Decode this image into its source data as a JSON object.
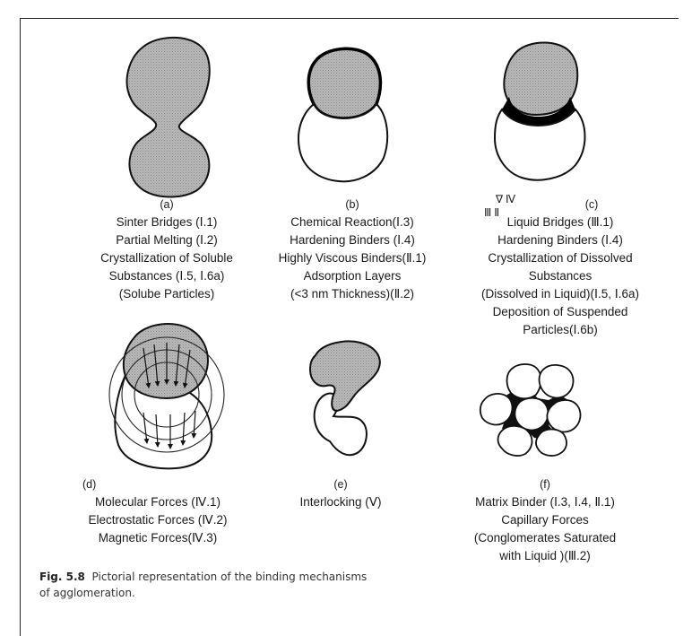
{
  "figure": {
    "panels": [
      {
        "tag": "(a)",
        "lines": [
          "Sinter Bridges (Ⅰ.1)",
          "Partial Melting (Ⅰ.2)",
          "Crystallization of Soluble",
          "Substances (Ⅰ.5, Ⅰ.6a)",
          "(Solube Particles)"
        ]
      },
      {
        "tag": "(b)",
        "lines": [
          "Chemical Reaction(Ⅰ.3)",
          "Hardening Binders (Ⅰ.4)",
          "Highly Viscous Binders(Ⅱ.1)",
          "Adsorption Layers",
          "(<3 nm Thickness)(Ⅱ.2)"
        ]
      },
      {
        "tag": "(c)",
        "lines": [
          "Liquid Bridges (Ⅲ.1)",
          "Hardening Binders (Ⅰ.4)",
          "Crystallization of Dissolved",
          "Substances",
          "(Dissolved in Liquid)(Ⅰ.5, Ⅰ.6a)",
          "Deposition of Suspended",
          "Particles(Ⅰ.6b)"
        ]
      },
      {
        "tag": "(d)",
        "lines": [
          "Molecular Forces (Ⅳ.1)",
          "Electrostatic Forces (Ⅳ.2)",
          "Magnetic Forces(Ⅳ.3)"
        ]
      },
      {
        "tag": "(e)",
        "lines": [
          "Interlocking (Ⅴ)"
        ]
      },
      {
        "tag": "(f)",
        "lines": [
          "Matrix Binder (Ⅰ.3, Ⅰ.4, Ⅱ.1)",
          "Capillary Forces",
          "(Conglomerates Saturated",
          "with Liquid )(Ⅲ.2)"
        ]
      }
    ],
    "c_marks": {
      "top": "∇ Ⅳ",
      "bottom": "Ⅲ  Ⅱ"
    },
    "caption_label": "Fig. 5.8",
    "caption_line1": "Pictorial representation of the binding mechanisms",
    "caption_line2": "of agglomeration."
  }
}
